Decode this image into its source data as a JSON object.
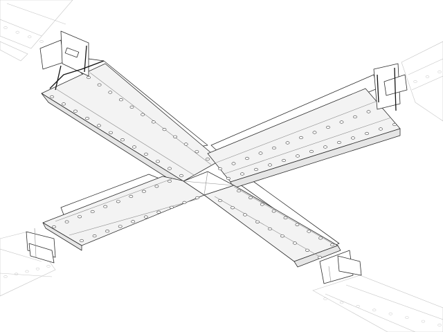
{
  "drawing": {
    "subject": "cross-connector-linear-profile",
    "arms": [
      "upper-left",
      "upper-right",
      "lower-left",
      "lower-right"
    ],
    "colors": {
      "line": "#2a2a2a",
      "thin_line": "#8a8a8a",
      "ghost_line": "#c4c4c4",
      "face_light": "#f3f3f3",
      "face_mid": "#e6e6e6",
      "background": "#ffffff"
    }
  }
}
